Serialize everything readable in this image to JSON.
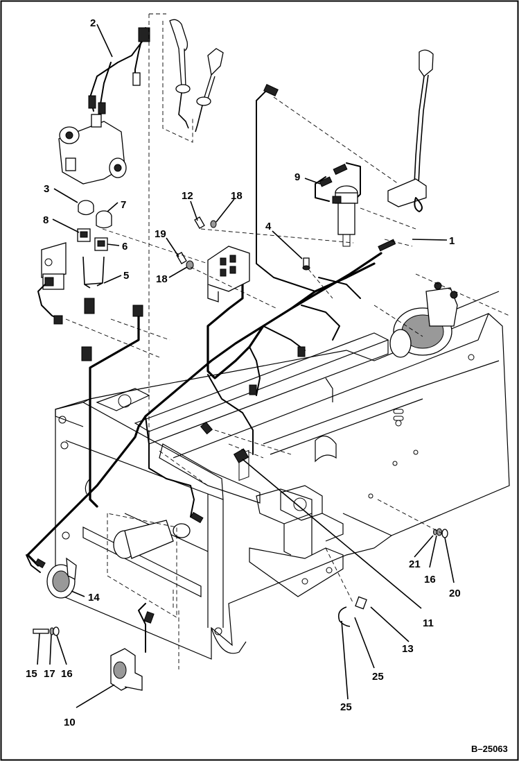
{
  "document_ref": "B–25063",
  "callouts": {
    "c1": "1",
    "c2": "2",
    "c3": "3",
    "c4": "4",
    "c5": "5",
    "c6": "6",
    "c7": "7",
    "c8": "8",
    "c9": "9",
    "c10": "10",
    "c11": "11",
    "c12": "12",
    "c13": "13",
    "c14": "14",
    "c15": "15",
    "c16a": "16",
    "c16b": "16",
    "c17": "17",
    "c18a": "18",
    "c18b": "18",
    "c19": "19",
    "c20": "20",
    "c21": "21",
    "c25a": "25",
    "c25b": "25"
  }
}
